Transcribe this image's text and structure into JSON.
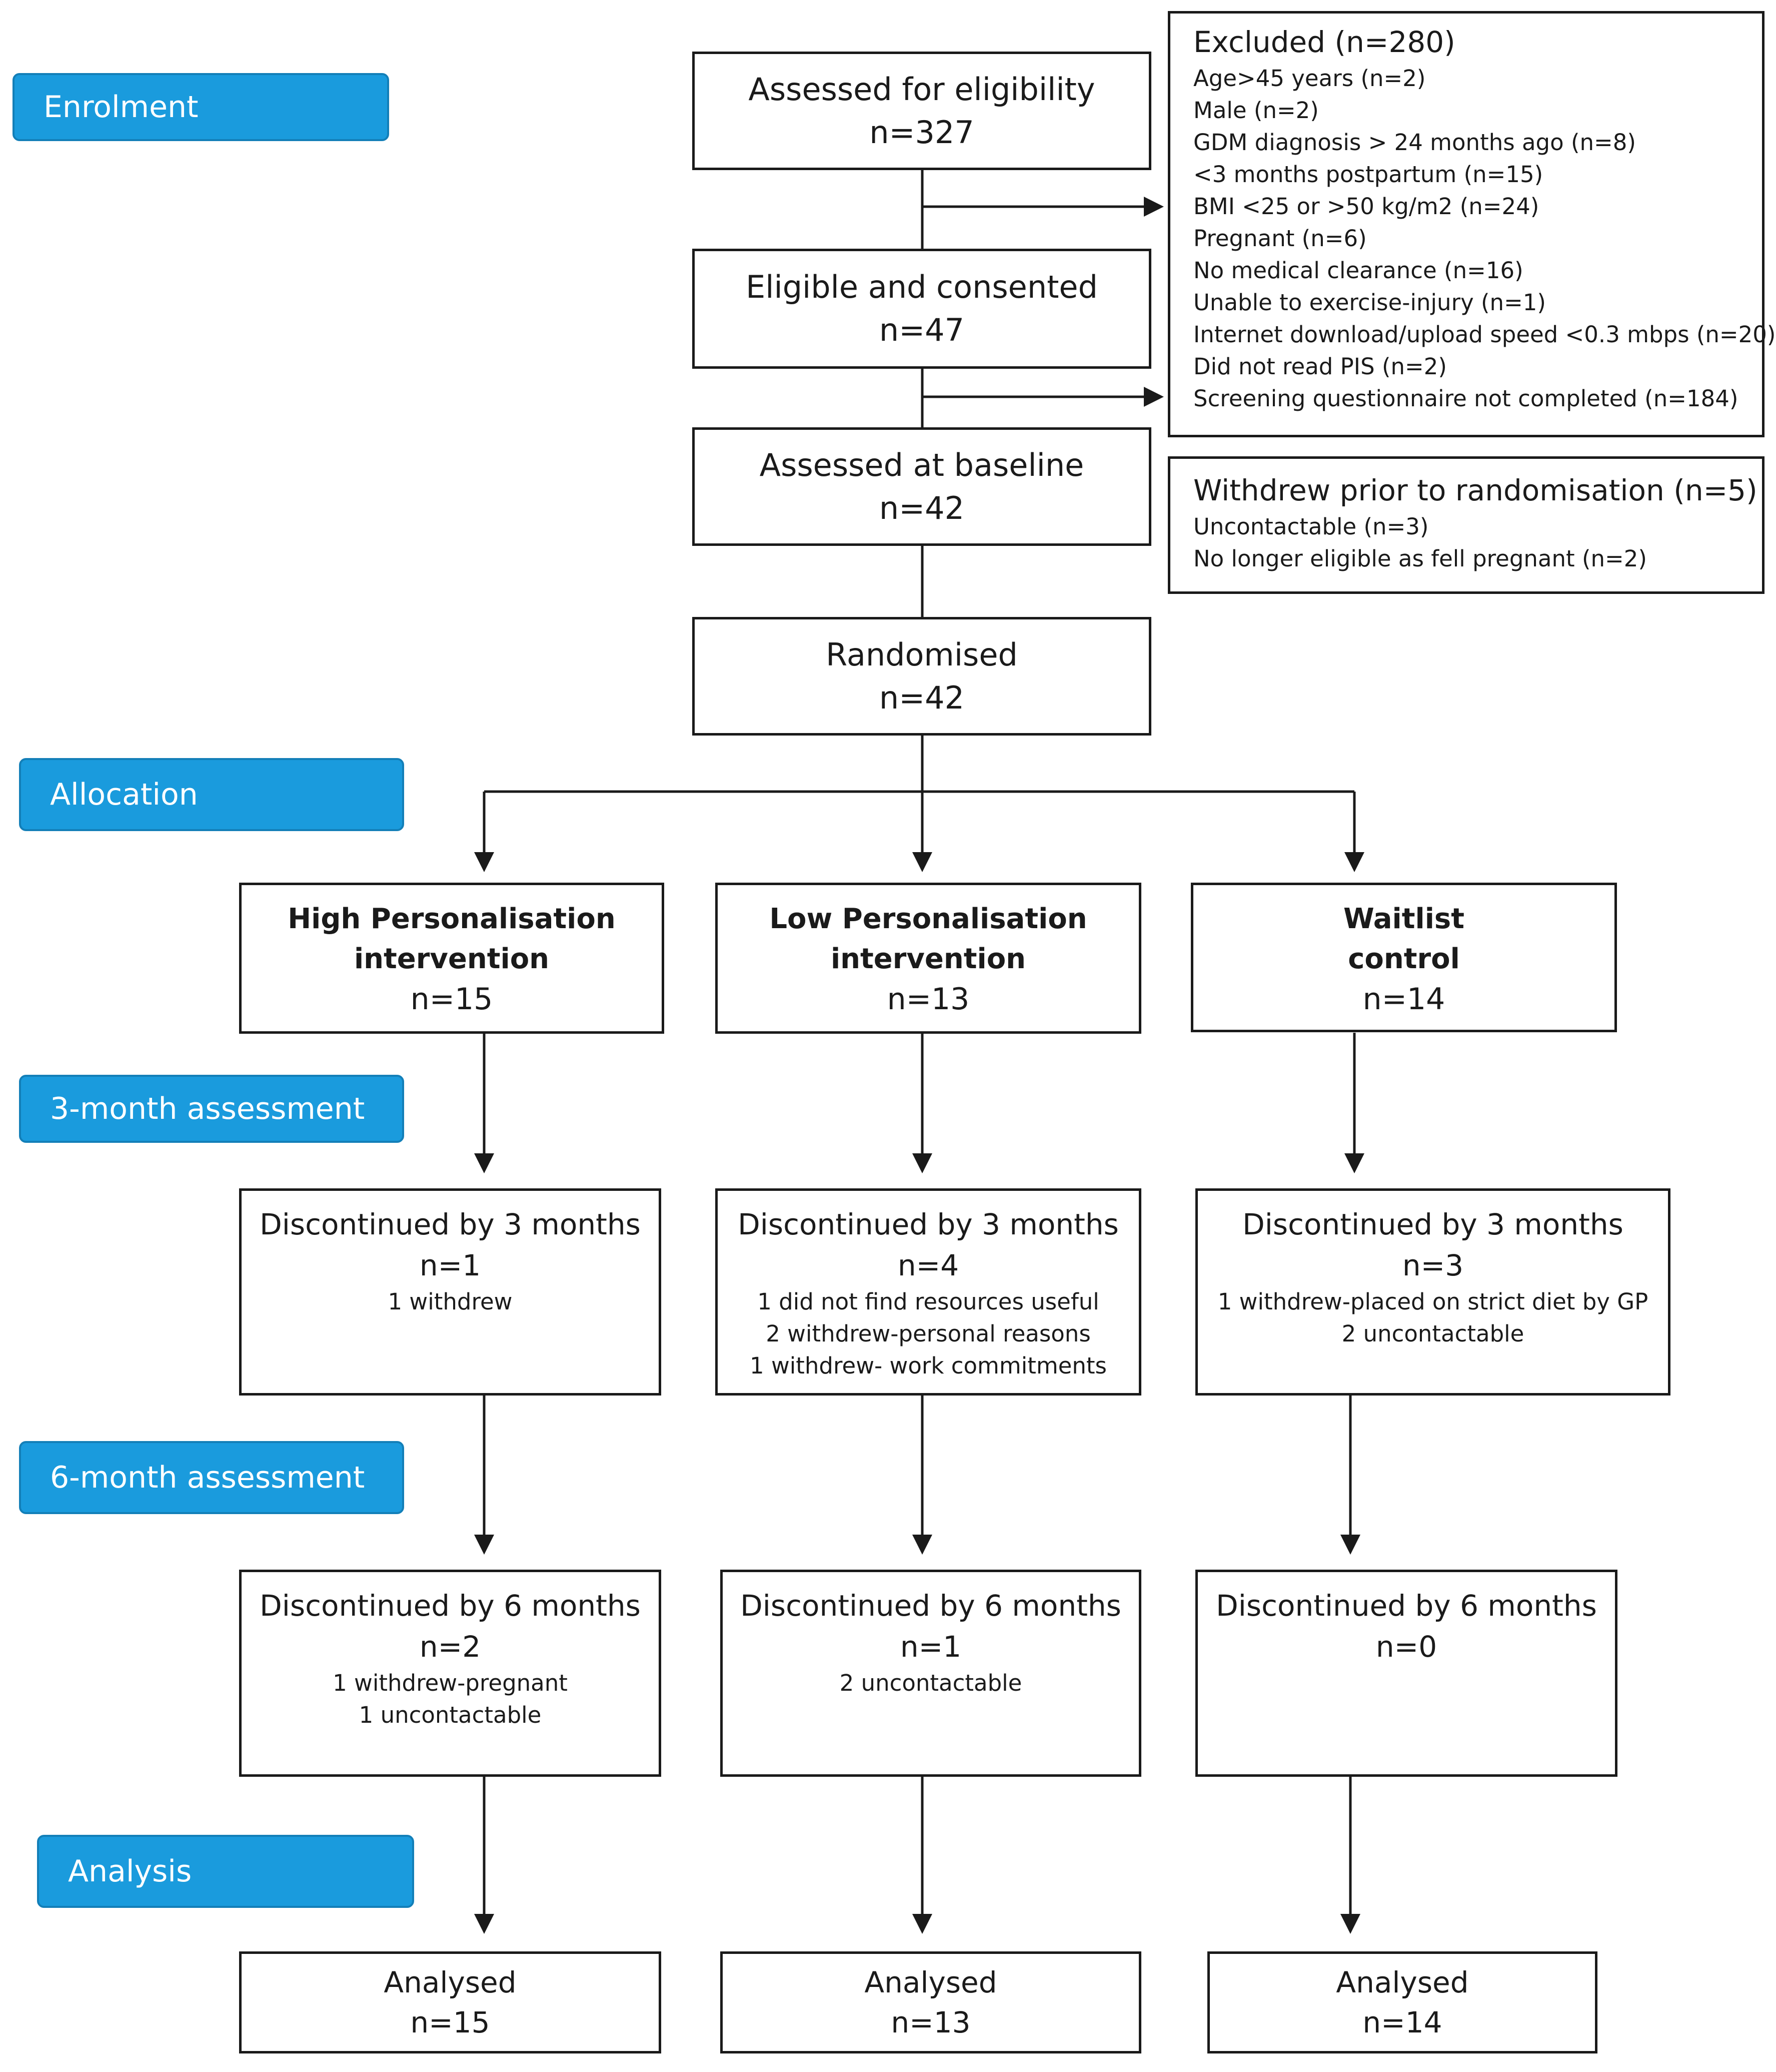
{
  "stages": {
    "enrolment": "Enrolment",
    "allocation": "Allocation",
    "three_month": "3-month assessment",
    "six_month": "6-month assessment",
    "analysis": "Analysis"
  },
  "enrolment": {
    "assessed": {
      "title": "Assessed for eligibility",
      "n": "n=327"
    },
    "eligible": {
      "title": "Eligible and consented",
      "n": "n=47"
    },
    "baseline": {
      "title": "Assessed at baseline",
      "n": "n=42"
    },
    "randomised": {
      "title": "Randomised",
      "n": "n=42"
    }
  },
  "excluded": {
    "title": "Excluded (n=280)",
    "reasons": [
      "Age>45 years (n=2)",
      "Male (n=2)",
      "GDM diagnosis > 24 months ago (n=8)",
      "<3 months postpartum (n=15)",
      "BMI <25 or >50 kg/m2 (n=24)",
      "Pregnant (n=6)",
      "No medical clearance (n=16)",
      "Unable to exercise-injury (n=1)",
      "Internet download/upload speed <0.3 mbps (n=20)",
      "Did not read PIS (n=2)",
      "Screening questionnaire not completed (n=184)"
    ]
  },
  "withdrew": {
    "title": "Withdrew prior to randomisation (n=5)",
    "reasons": [
      "Uncontactable (n=3)",
      "No longer eligible as fell pregnant (n=2)"
    ]
  },
  "arms": [
    {
      "title_line1": "High Personalisation",
      "title_line2": "intervention",
      "n": "n=15",
      "three_month": {
        "title": "Discontinued by 3 months",
        "n": "n=1",
        "reasons": [
          "1 withdrew"
        ]
      },
      "six_month": {
        "title": "Discontinued by 6 months",
        "n": "n=2",
        "reasons": [
          "1 withdrew-pregnant",
          "1 uncontactable"
        ]
      },
      "analysed": {
        "title": "Analysed",
        "n": "n=15"
      }
    },
    {
      "title_line1": "Low Personalisation",
      "title_line2": "intervention",
      "n": "n=13",
      "three_month": {
        "title": "Discontinued by 3 months",
        "n": "n=4",
        "reasons": [
          "1 did not find resources useful",
          "2 withdrew-personal reasons",
          "1 withdrew- work commitments"
        ]
      },
      "six_month": {
        "title": "Discontinued by 6 months",
        "n": "n=1",
        "reasons": [
          "2 uncontactable"
        ]
      },
      "analysed": {
        "title": "Analysed",
        "n": "n=13"
      }
    },
    {
      "title_line1": "Waitlist",
      "title_line2": "control",
      "n": "n=14",
      "three_month": {
        "title": "Discontinued by 3 months",
        "n": "n=3",
        "reasons": [
          "1 withdrew-placed on strict diet by GP",
          "2 uncontactable"
        ]
      },
      "six_month": {
        "title": "Discontinued by 6 months",
        "n": "n=0",
        "reasons": []
      },
      "analysed": {
        "title": "Analysed",
        "n": "n=14"
      }
    }
  ]
}
